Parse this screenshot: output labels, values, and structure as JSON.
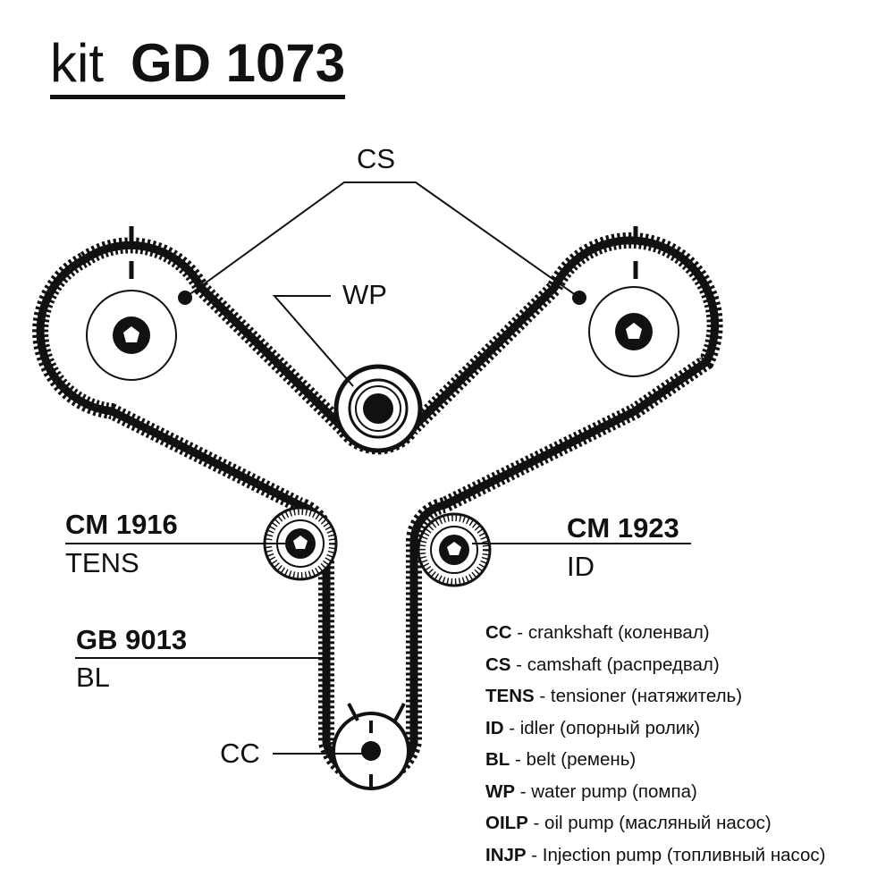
{
  "title": {
    "prefix": "kit",
    "code": "GD 1073"
  },
  "callouts": {
    "cs": "CS",
    "wp": "WP",
    "cc": "CC"
  },
  "parts": {
    "tensioner": {
      "number": "CM 1916",
      "abbr": "TENS"
    },
    "idler": {
      "number": "CM 1923",
      "abbr": "ID"
    },
    "belt": {
      "number": "GB 9013",
      "abbr": "BL"
    }
  },
  "legend": [
    {
      "key": "CC",
      "desc": " - crankshaft (коленвал)"
    },
    {
      "key": "CS",
      "desc": " - camshaft (распредвал)"
    },
    {
      "key": "TENS",
      "desc": " - tensioner (натяжитель)"
    },
    {
      "key": "ID",
      "desc": " - idler (опорный ролик)"
    },
    {
      "key": "BL",
      "desc": " - belt (ремень)"
    },
    {
      "key": "WP",
      "desc": " - water pump (помпа)"
    },
    {
      "key": "OILP",
      "desc": " - oil pump (масляный насос)"
    },
    {
      "key": "INJP",
      "desc": " - Injection pump (топливный насос)"
    }
  ],
  "colors": {
    "ink": "#111111",
    "background": "#ffffff"
  }
}
